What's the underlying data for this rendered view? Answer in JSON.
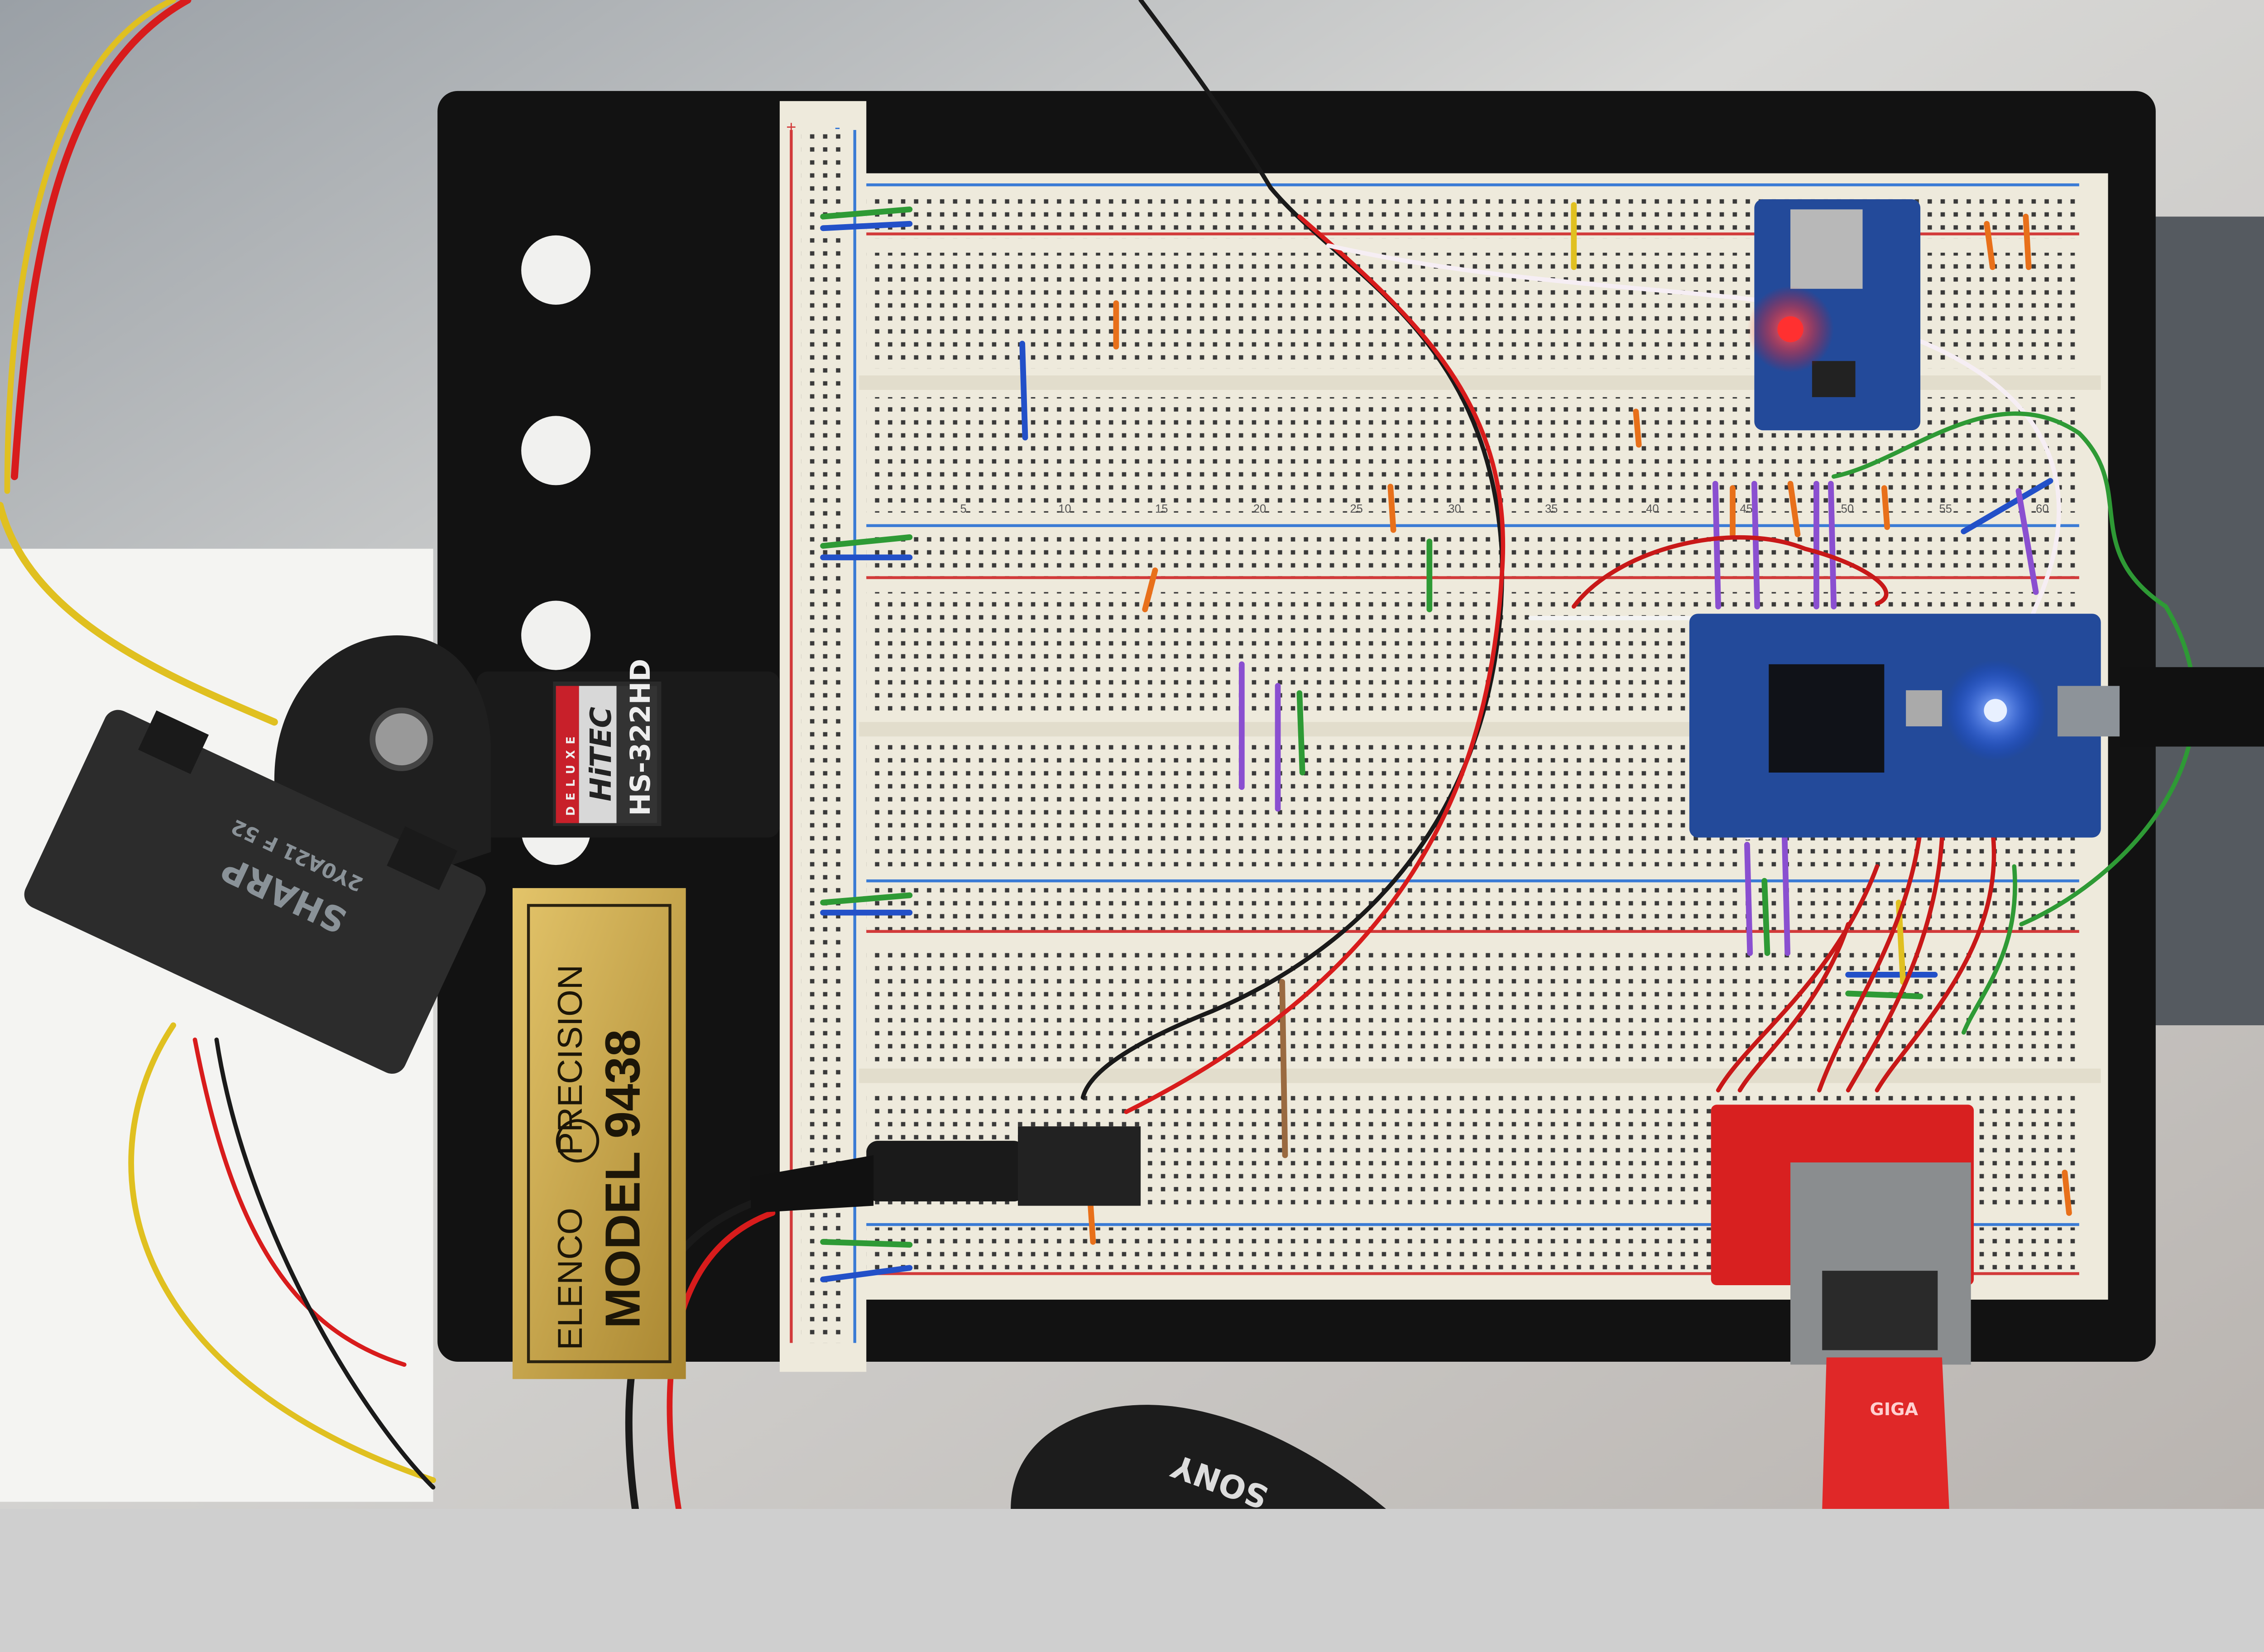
{
  "scene": {
    "breadboard_label": {
      "brand": "ELENCO",
      "line": "PRECISION",
      "model": "MODEL 9438"
    },
    "servo": {
      "tier": "DELUXE",
      "brand": "HiTEC",
      "model": "HS-322HD"
    },
    "sensor": {
      "brand": "SHARP",
      "part": "2Y0A21 F 52"
    },
    "camera_strap": "SONY",
    "cable_label": "GIGA",
    "rail_marks": {
      "plus": "+",
      "minus": "-"
    },
    "column_numbers": [
      "5",
      "10",
      "15",
      "20",
      "25",
      "30",
      "35",
      "40",
      "45",
      "50",
      "55",
      "60"
    ]
  },
  "colors": {
    "board": "#111111",
    "breadboard": "#eeeadc",
    "rail_red": "#d23a3a",
    "rail_blue": "#3a7bd5",
    "mcu_board": "#234a9a",
    "ethernet_board": "#d82020",
    "label_gold": "#c9a64a"
  }
}
